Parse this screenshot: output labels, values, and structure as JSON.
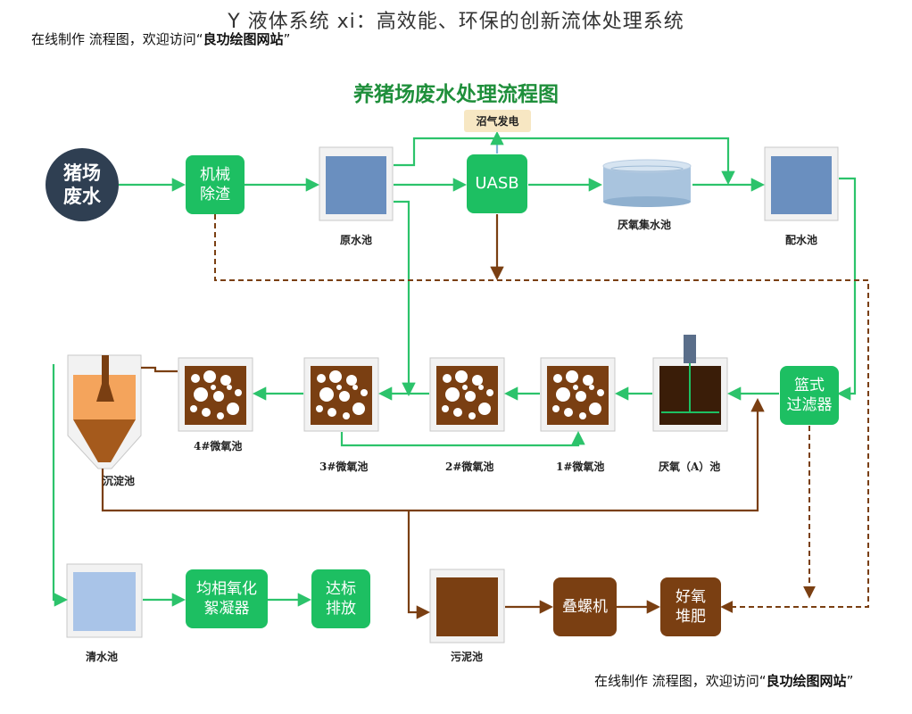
{
  "page_title": "Y 液体系统 xi：高效能、环保的创新流体处理系统",
  "watermark": {
    "prefix": "在线制作 流程图，欢迎访问“",
    "brand": "良功绘图网站",
    "suffix": "”"
  },
  "diagram_title": "养猪场废水处理流程图",
  "nodes": {
    "source": "猪场\n废水",
    "screen": "机械\n除渣",
    "raw_tank": "原水池",
    "uasb": "UASB",
    "biogas": "沼气发电",
    "anaerobic_collect": "厌氧集水池",
    "mix_tank": "配水池",
    "basket_filter": "篮式\n过滤器",
    "anoxic": "厌氧（A）池",
    "micro1": "1#微氧池",
    "micro2": "2#微氧池",
    "micro3": "3#微氧池",
    "micro4": "4#微氧池",
    "settler": "沉淀池",
    "clear_tank": "清水池",
    "flocculator": "均相氧化\n絮凝器",
    "discharge": "达标\n排放",
    "sludge_tank": "污泥池",
    "screw_press": "叠螺机",
    "compost": "好氧\n堆肥"
  },
  "colors": {
    "green": "#1dbf62",
    "arrow_green": "#2cc36b",
    "brown": "#7a3f12",
    "dark_circle": "#2f3f52",
    "tank_blue": "#6a8fbf"
  }
}
